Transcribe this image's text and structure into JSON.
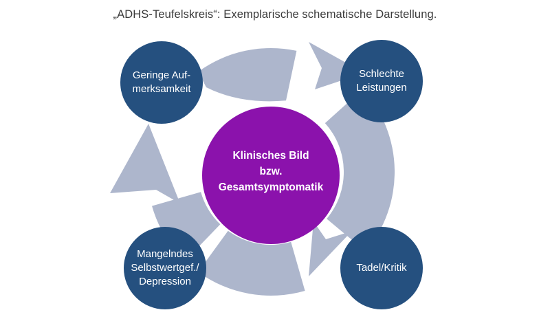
{
  "title": "„ADHS-Teufelskreis“: Exemplarische schematische Darstellung.",
  "center_node": {
    "id": "klinisches-bild",
    "lines": [
      "Klinisches Bild",
      "bzw.",
      "Gesamtsymptomatik"
    ]
  },
  "nodes": [
    {
      "id": "geringe-aufmerksamkeit",
      "position": "top-left",
      "lines": [
        "Geringe Auf-",
        "merksamkeit"
      ]
    },
    {
      "id": "schlechte-leistungen",
      "position": "top-right",
      "lines": [
        "Schlechte",
        "Leistungen"
      ]
    },
    {
      "id": "tadel-kritik",
      "position": "bottom-right",
      "lines": [
        "Tadel/Kritik"
      ]
    },
    {
      "id": "mangelndes-selbstwertgefuehl",
      "position": "bottom-left",
      "lines": [
        "Mangelndes",
        "Selbstwertgef./",
        "Depression"
      ]
    }
  ],
  "cycle": {
    "direction": "clockwise",
    "segments": 4
  },
  "colors": {
    "node_blue": "#25507f",
    "center_purple": "#8b12ac",
    "arrow_gray": "#adb6cc",
    "title_text": "#3a3a3a",
    "node_text": "#ffffff",
    "background": "#ffffff"
  }
}
